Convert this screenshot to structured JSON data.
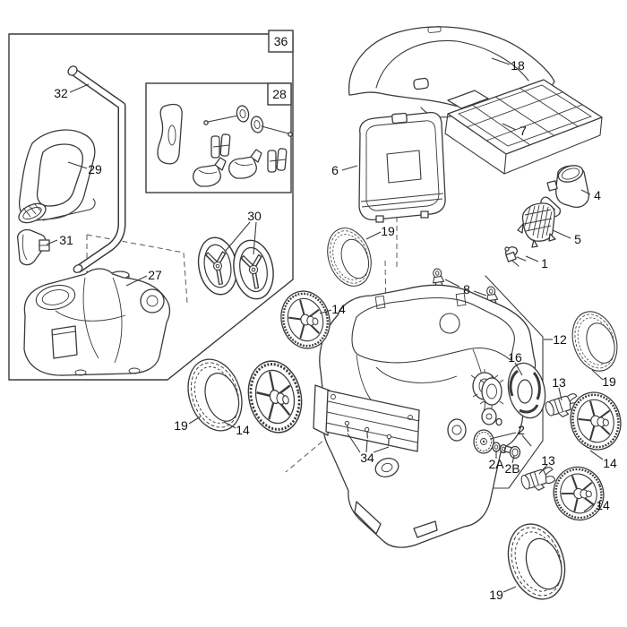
{
  "diagram": {
    "colors": {
      "line": "#3a3a3a",
      "text": "#111111",
      "background": "#ffffff"
    },
    "group_boxes": [
      {
        "label": "36"
      },
      {
        "label": "28"
      }
    ],
    "callouts": [
      {
        "label": "36",
        "boxed": true
      },
      {
        "label": "28",
        "boxed": true
      },
      {
        "label": "32"
      },
      {
        "label": "29"
      },
      {
        "label": "31"
      },
      {
        "label": "27"
      },
      {
        "label": "30"
      },
      {
        "label": "18"
      },
      {
        "label": "7"
      },
      {
        "label": "6"
      },
      {
        "label": "4"
      },
      {
        "label": "5"
      },
      {
        "label": "1"
      },
      {
        "label": "19"
      },
      {
        "label": "8"
      },
      {
        "label": "14"
      },
      {
        "label": "12"
      },
      {
        "label": "16"
      },
      {
        "label": "13"
      },
      {
        "label": "19"
      },
      {
        "label": "19"
      },
      {
        "label": "14"
      },
      {
        "label": "2"
      },
      {
        "label": "34"
      },
      {
        "label": "13"
      },
      {
        "label": "14"
      },
      {
        "label": "2A"
      },
      {
        "label": "2B"
      },
      {
        "label": "14"
      },
      {
        "label": "19"
      }
    ]
  }
}
